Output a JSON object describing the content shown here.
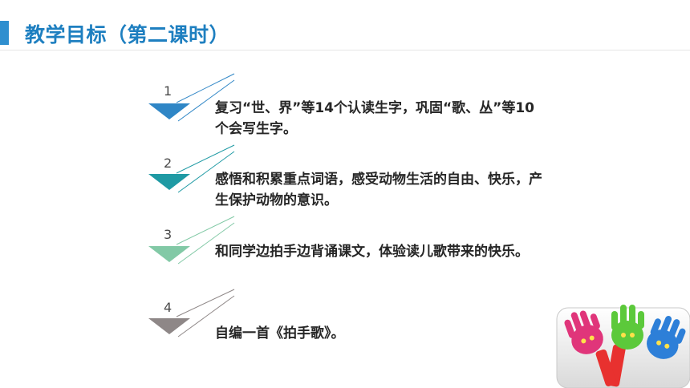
{
  "header": {
    "title": "教学目标（第二课时）"
  },
  "objectives": [
    {
      "number": "1",
      "text": "复习“世、界”等14个认读生字，巩固“歌、丛”等10个会写生字。",
      "color": "#2f86c6"
    },
    {
      "number": "2",
      "text": "感悟和积累重点词语，感受动物生活的自由、快乐，产生保护动物的意识。",
      "color": "#1f9aa4"
    },
    {
      "number": "3",
      "text": "和同学边拍手边背诵课文，体验读儿歌带来的快乐。",
      "color": "#82c9a6"
    },
    {
      "number": "4",
      "text": "自编一首《拍手歌》。",
      "color": "#8e8787"
    }
  ],
  "decoration": {
    "image": "hand-clapper-toy",
    "colors": [
      "#e0357a",
      "#5cc93b",
      "#2d7fd8",
      "#e8312f"
    ]
  }
}
